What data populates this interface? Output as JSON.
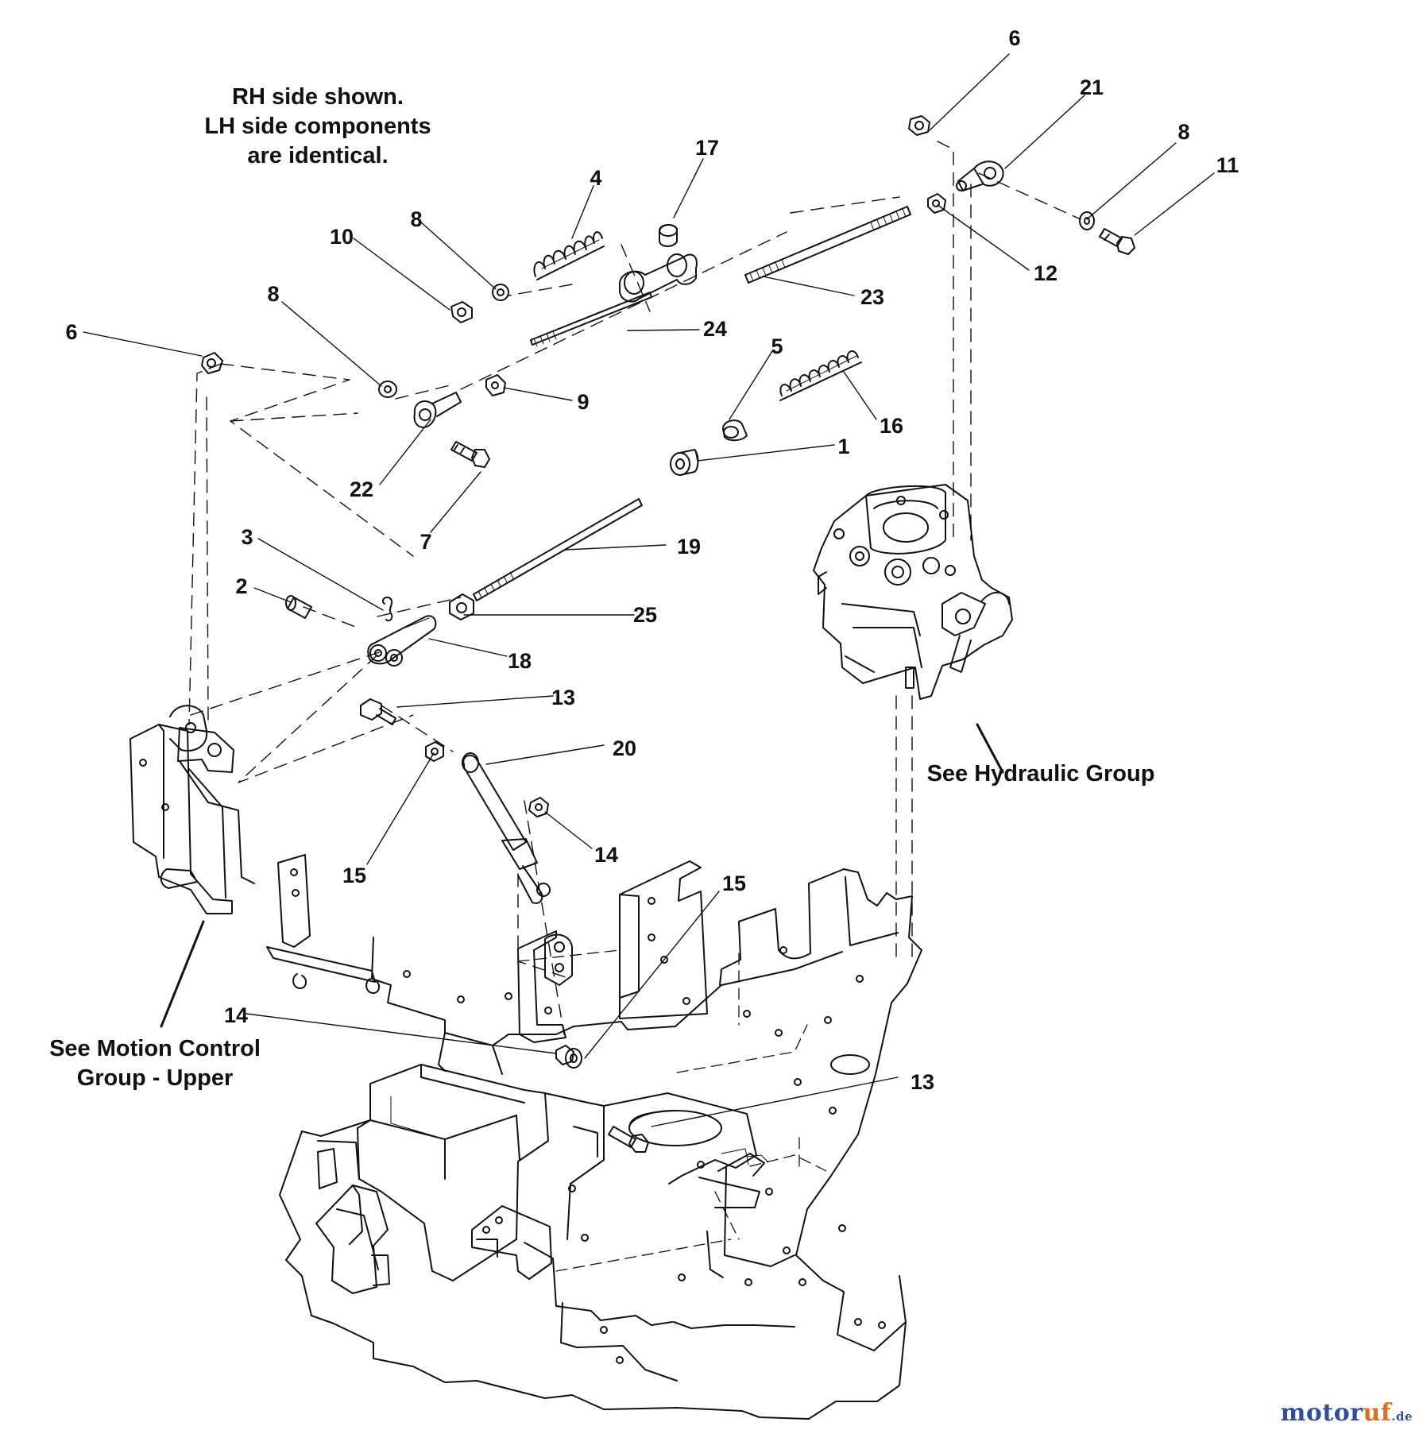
{
  "notes": {
    "side_note": [
      "RH side shown.",
      "LH side components",
      "are identical."
    ],
    "hydraulic_ref": "See Hydraulic Group",
    "motion_control_ref": [
      "See Motion Control",
      "Group - Upper"
    ]
  },
  "callouts": [
    "6",
    "21",
    "8",
    "11",
    "17",
    "4",
    "8",
    "10",
    "12",
    "23",
    "8",
    "24",
    "6",
    "5",
    "9",
    "16",
    "1",
    "22",
    "7",
    "3",
    "19",
    "2",
    "25",
    "18",
    "13",
    "20",
    "14",
    "15",
    "15",
    "14",
    "13"
  ],
  "watermark": {
    "main": "motor",
    "accent": "uf",
    "suffix": ".de"
  }
}
